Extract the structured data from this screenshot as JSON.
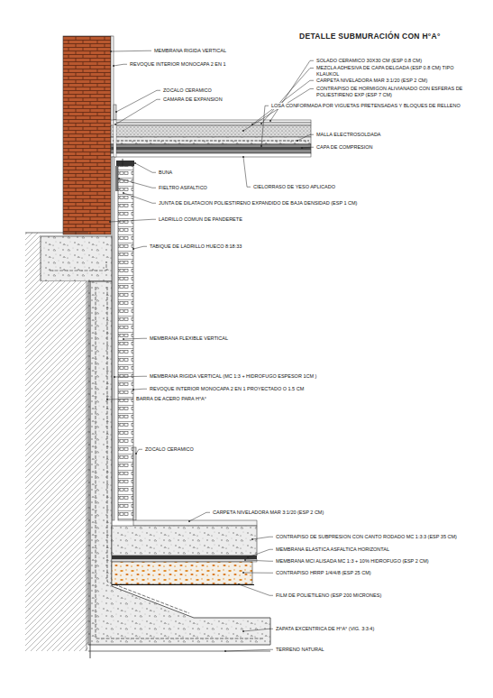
{
  "diagram": {
    "title": "DETALLE SUBMURACIÓN CON H°A°",
    "labels": [
      "MEMBRANA RIGIDA VERTICAL",
      "REVOQUE INTERIOR MONOCAPA 2 EN 1",
      "SOLADO CERAMICO 30X30 CM (ESP 0.8 CM)",
      "MEZCLA ADHESIVA DE CAPA DELGADA (ESP 0.8 CM) TIPO KLAUKOL",
      "CARPETA NIVELADORA MAR 3:1/20 (ESP 2 CM)",
      "CONTRAPISO DE HORMIGON ALIVIANADO CON ESFERAS DE POLIESTIRENO EXP (ESP 7 CM)",
      "ZOCALO CERAMICO",
      "CAMARA DE EXPANSION",
      "LOSA CONFORMADA POR VIGUETAS PRETENSADAS Y BLOQUES DE RELLENO",
      "MALLA ELECTROSOLDADA",
      "CAPA DE COMPRESION",
      "CIELORRASO DE YESO APLICADO",
      "BUNA",
      "FIELTRO ASFALTICO",
      "JUNTA DE DILATACION POLIESTIRENO EXPANDIDO DE BAJA DENSIDAD (ESP 1 CM)",
      "LADRILLO COMUN DE PANDERETE",
      "TABIQUE DE LADRILLO HUECO 8:18:33",
      "MEMBRANA FLEXIBLE VERTICAL",
      "MEMBRANA RIGIDA VERTICAL (MC 1:3 + HIDROFUGO ESPESOR 1CM )",
      "REVOQUE INTERIOR MONOCAPA 2 EN 1 PROYECTADO O 1.5 CM",
      "BARRA DE ACERO PARA H°A°",
      "ZOCALO CERAMICO",
      "CARPETA NIVELADORA MAR 3:1/20 (ESP 2 CM)",
      "CONTRAPISO DE SUBPRESION CON CANTO RODADO MC 1:3:3 (ESP 35 CM)",
      "MEMBRANA ELASTICA ASFALTICA HORIZONTAL",
      "MEMBRANA MCI ALISADA MC 1:3 + 10% HIDROFUGO (ESP 2 CM)",
      "CONTRAPISO HRRP 1/4/4/8 (ESP 25 CM)",
      "FILM DE POLIETILENO (ESP 200 MICRONES)",
      "ZAPATA EXCENTRICA DE H°A° (VIG. 3:3:4)",
      "TERRENO NATURAL"
    ]
  }
}
